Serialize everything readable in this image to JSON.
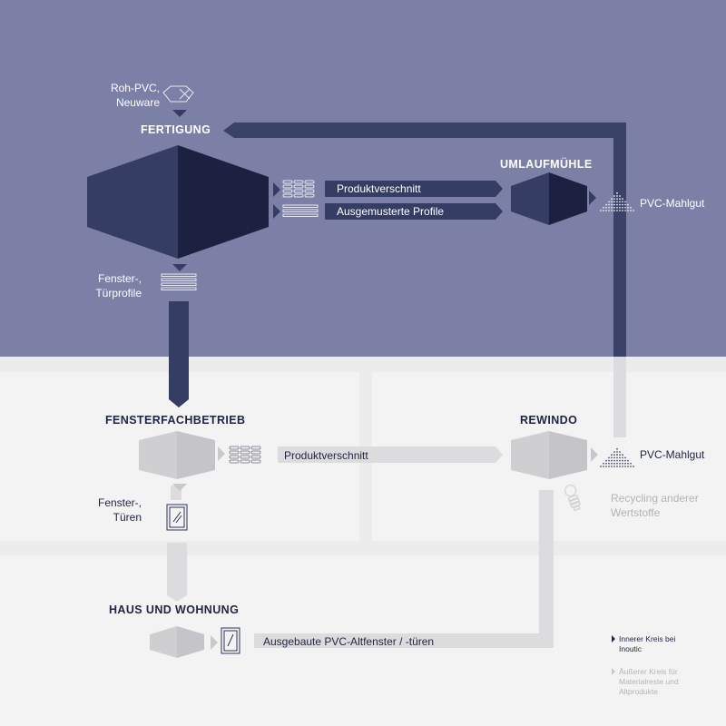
{
  "colors": {
    "top_bg": "#7c80a6",
    "navy": "#353d64",
    "navy_dark": "#1c2141",
    "light_bg": "#ececed",
    "panel": "#f3f3f4",
    "grey_arrow": "#dcdcde",
    "grey_shape": "#c9c9cc",
    "dark_text": "#1f2442",
    "light_text": "#b4b4b8"
  },
  "labels": {
    "raw_material": "Roh-PVC,\nNeuware",
    "fertigung": "FERTIGUNG",
    "umlaufmuehle": "UMLAUFMÜHLE",
    "produktverschnitt_top": "Produktverschnitt",
    "ausgemusterte_profile": "Ausgemusterte Profile",
    "pvc_mahlgut_top": "PVC-Mahlgut",
    "fenster_tuerprofile": "Fenster-,\nTürprofile",
    "fensterfachbetrieb": "FENSTERFACHBETRIEB",
    "rewindo": "REWINDO",
    "produktverschnitt_mid": "Produktverschnitt",
    "pvc_mahlgut_mid": "PVC-Mahlgut",
    "fenster_tueren": "Fenster-,\nTüren",
    "recycling_anderer": "Recycling anderer\nWertstoffe",
    "haus_und_wohnung": "HAUS UND WOHNUNG",
    "ausgebaute": "Ausgebaute PVC-Altfenster / -türen"
  },
  "legend": {
    "inner": "Innerer Kreis bei\nInoutic",
    "outer": "Äußerer Kreis für\nMaterialreste und\nAltprodukte"
  },
  "icons": [
    "raw-material-icon",
    "profile-stack-icon",
    "mahlgut-icon",
    "window-icon",
    "bulb-icon"
  ]
}
